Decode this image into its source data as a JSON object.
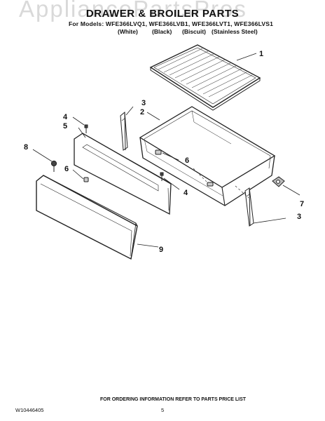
{
  "page": {
    "heading": "DRAWER & BROILER PARTS",
    "models_line": "For Models: WFE366LVQ1, WFE366LVB1, WFE366LVT1, WFE366LVS1",
    "color_labels": [
      "(White)",
      "(Black)",
      "(Biscuit)",
      "(Stainless Steel)"
    ],
    "ordering_note": "FOR ORDERING INFORMATION REFER TO PARTS PRICE LIST",
    "doc_number": "W10446405",
    "page_number": "5",
    "watermark": "AppliancePartsPros"
  },
  "callouts": {
    "c1": "1",
    "c2": "2",
    "c3a": "3",
    "c3b": "3",
    "c4a": "4",
    "c4b": "4",
    "c5": "5",
    "c6a": "6",
    "c6b": "6",
    "c7": "7",
    "c8": "8",
    "c9": "9"
  }
}
